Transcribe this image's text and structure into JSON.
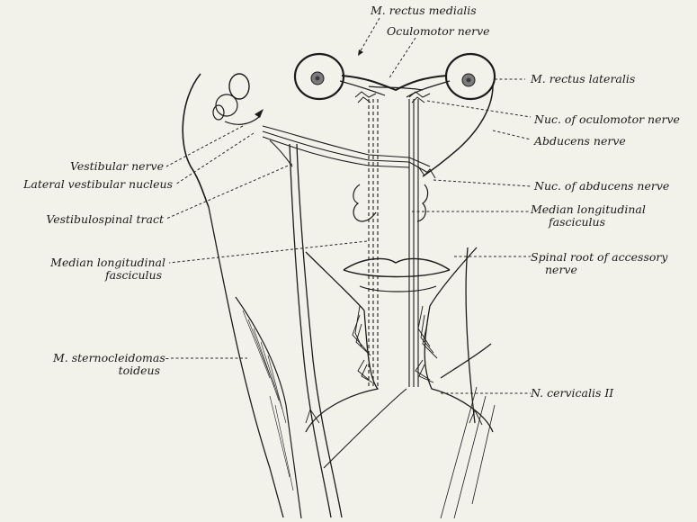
{
  "labels": {
    "rectus_medialis": "M. rectus medialis",
    "oculomotor_nerve": "Oculomotor nerve",
    "rectus_lateralis": "M. rectus lateralis",
    "nuc_oculomotor": "Nuc. of oculomotor nerve",
    "abducens_nerve": "Abducens nerve",
    "vestibular_nerve": "Vestibular nerve",
    "lateral_vestibular_nucleus": "Lateral vestibular nucleus",
    "nuc_abducens": "Nuc. of abducens nerve",
    "vestibulospinal_tract": "Vestibulospinal tract",
    "mlf_right_line1": "Median longitudinal",
    "mlf_right_line2": "fasciculus",
    "mlf_left_line1": "Median longitudinal",
    "mlf_left_line2": "fasciculus",
    "spinal_root_line1": "Spinal root of accessory",
    "spinal_root_line2": "nerve",
    "sternocleido_line1": "M. sternocleidomas-",
    "sternocleido_line2": "toideus",
    "cervicalis": "N. cervicalis II"
  }
}
